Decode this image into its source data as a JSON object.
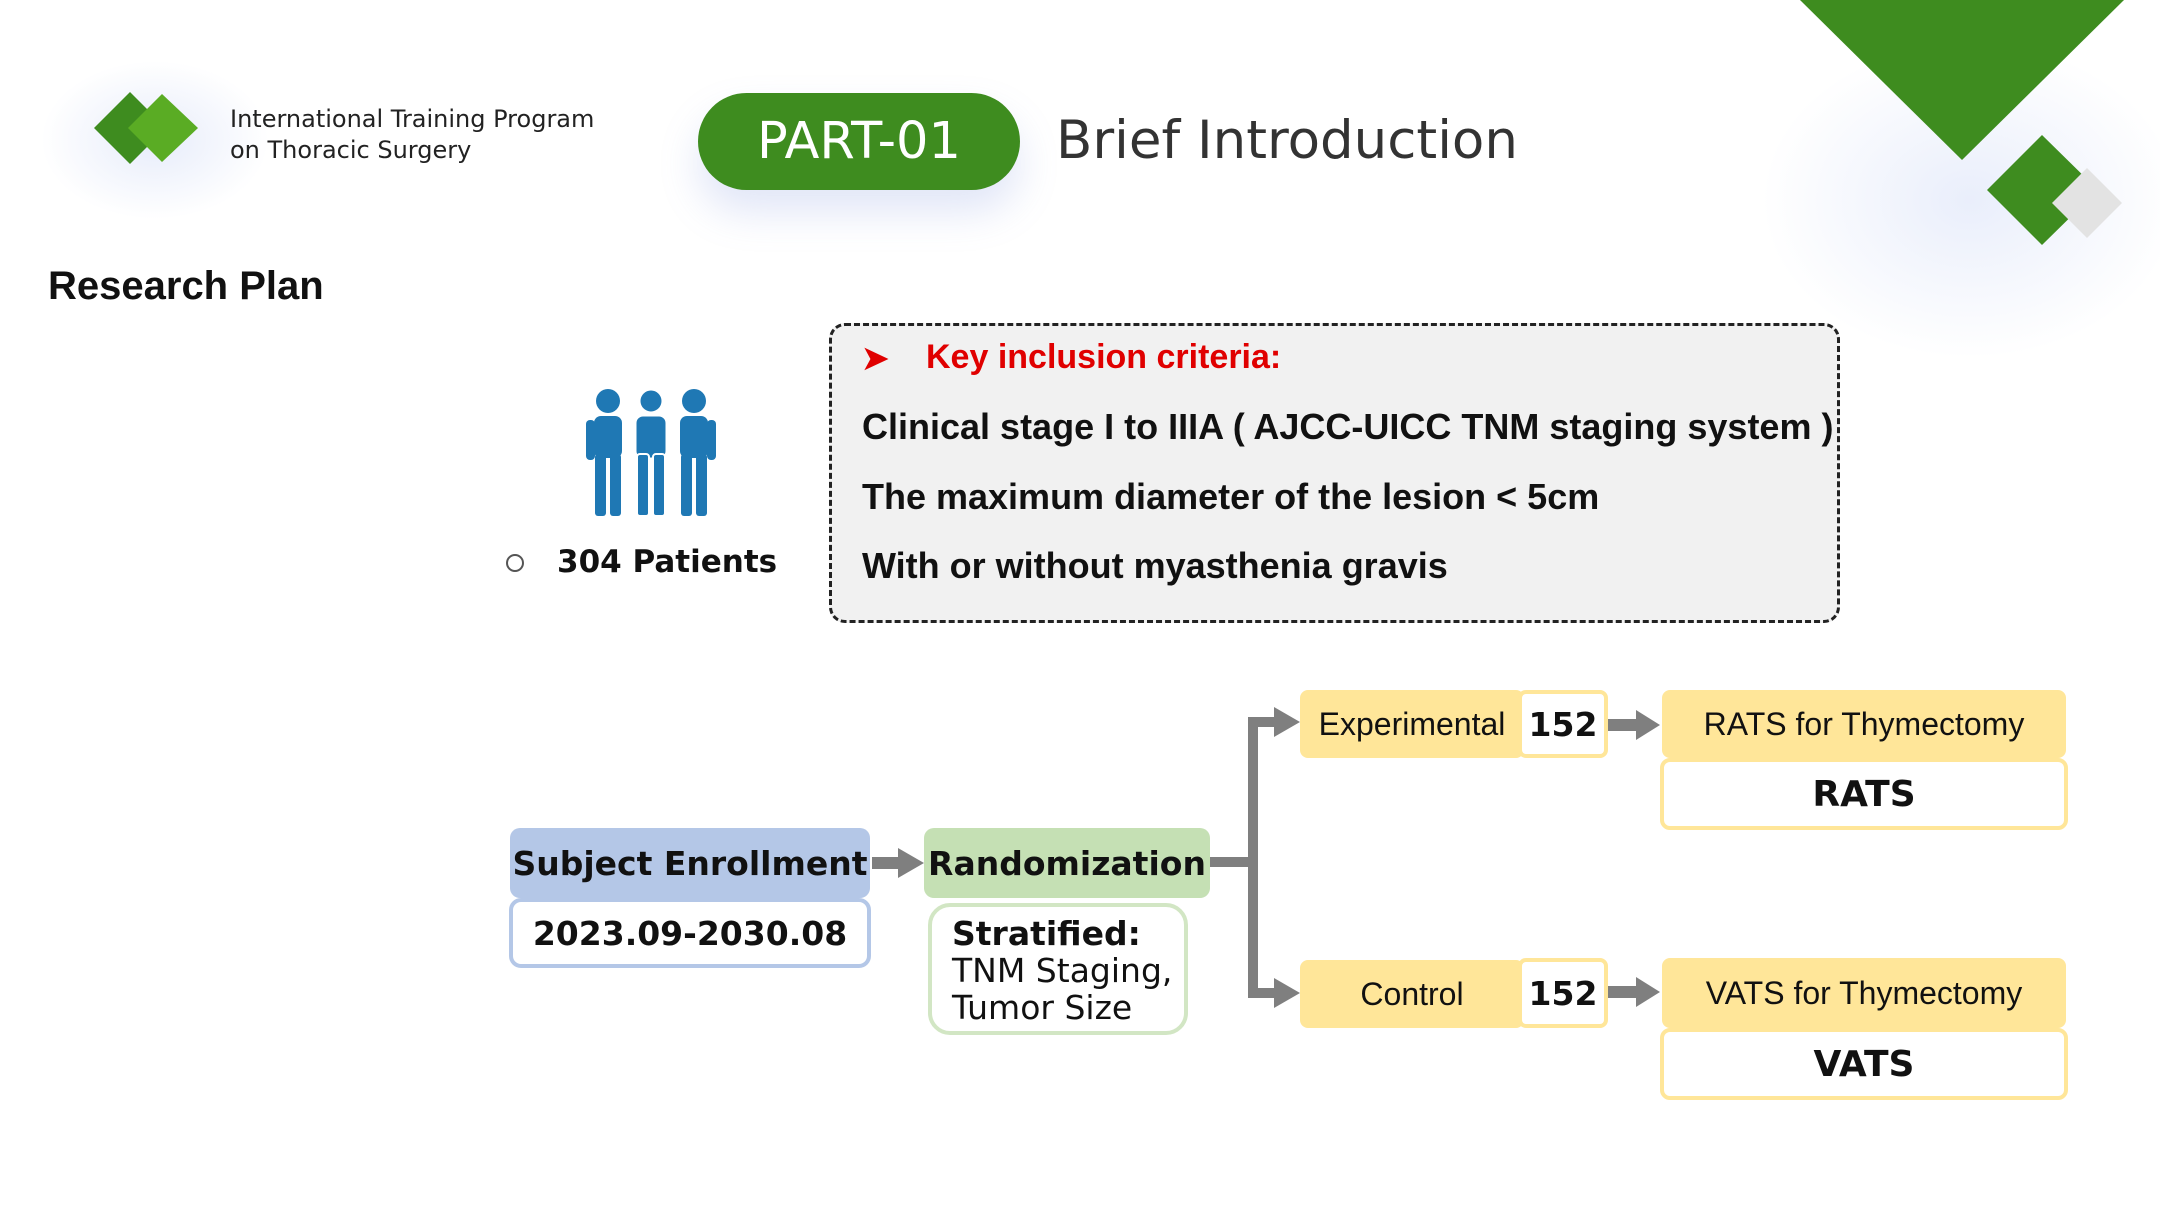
{
  "header": {
    "org_line1": "International Training Program",
    "org_line2": "on Thoracic Surgery",
    "part_label": "PART-01",
    "part_title": "Brief Introduction"
  },
  "section_title": "Research Plan",
  "patients": {
    "icon": "people-group-icon",
    "label": "304 Patients"
  },
  "criteria": {
    "heading": "Key inclusion criteria:",
    "bullet_icon": "arrow-bullet-icon",
    "items": [
      "Clinical stage I to IIIA ( AJCC-UICC TNM staging system )",
      "The maximum diameter of the lesion < 5cm",
      "With or without myasthenia gravis"
    ]
  },
  "flow": {
    "enrollment": {
      "title": "Subject Enrollment",
      "period": "2023.09-2030.08"
    },
    "randomization": {
      "title": "Randomization",
      "stratified_label": "Stratified:",
      "strat_line1": "TNM Staging,",
      "strat_line2": "Tumor Size"
    },
    "arms": [
      {
        "name": "Experimental",
        "count": "152",
        "procedure": "RATS for Thymectomy",
        "abbr": "RATS"
      },
      {
        "name": "Control",
        "count": "152",
        "procedure": "VATS for Thymectomy",
        "abbr": "VATS"
      }
    ]
  },
  "colors": {
    "brand_green": "#3e8c1f",
    "light_green": "#5aac24",
    "criteria_red": "#e00000",
    "enroll_blue": "#b4c7e7",
    "rand_green": "#c5e0b4",
    "arm_yellow": "#ffe699",
    "people_blue": "#1f78b4",
    "arrow_gray": "#7f7f7f"
  }
}
